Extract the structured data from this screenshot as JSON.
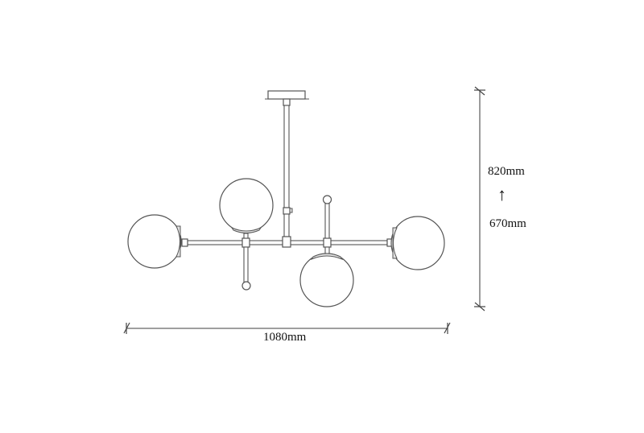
{
  "diagram": {
    "type": "product-dimension-drawing",
    "subject": "4-globe pendant chandelier",
    "colors": {
      "line": "#555555",
      "background": "#ffffff",
      "text": "#111111"
    }
  },
  "dimensions": {
    "width": {
      "label": "1080mm",
      "value": 1080,
      "unit": "mm"
    },
    "height_max": {
      "label": "820mm",
      "value": 820,
      "unit": "mm"
    },
    "height_min": {
      "label": "670mm",
      "value": 670,
      "unit": "mm"
    },
    "adjust_arrow": {
      "icon": "arrow-up-icon",
      "glyph": "↑"
    }
  },
  "components": {
    "ceiling_canopy": 1,
    "suspension_rod": 1,
    "globes": 4,
    "globe_positions": [
      "left",
      "upper-center-left",
      "lower-center-right",
      "right"
    ]
  }
}
